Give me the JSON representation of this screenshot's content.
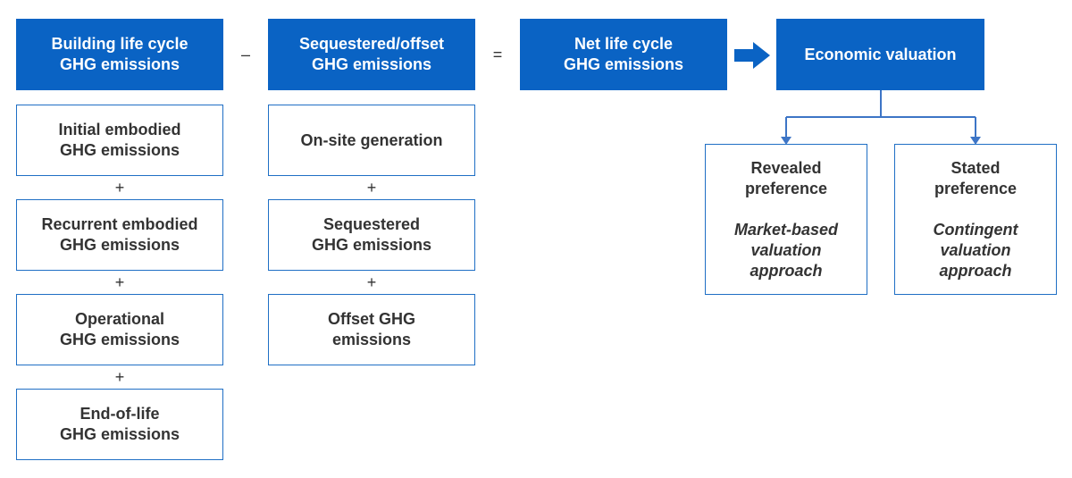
{
  "colors": {
    "header_fill": "#0a63c4",
    "box_border": "#1f6fc5",
    "connector": "#3d75c6",
    "text": "#333333"
  },
  "headers": {
    "building": [
      "Building life cycle",
      "GHG emissions"
    ],
    "sequestered": [
      "Sequestered/offset",
      "GHG emissions"
    ],
    "net": [
      "Net life cycle",
      "GHG emissions"
    ],
    "economic": [
      "Economic valuation"
    ]
  },
  "operators": {
    "minus": "–",
    "equals": "=",
    "plus": "+"
  },
  "building_components": [
    [
      "Initial embodied",
      "GHG emissions"
    ],
    [
      "Recurrent embodied",
      "GHG emissions"
    ],
    [
      "Operational",
      "GHG emissions"
    ],
    [
      "End-of-life",
      "GHG emissions"
    ]
  ],
  "sequestered_components": [
    [
      "On-site generation"
    ],
    [
      "Sequestered",
      "GHG emissions"
    ],
    [
      "Offset GHG",
      "emissions"
    ]
  ],
  "valuation": {
    "revealed": {
      "title": [
        "Revealed",
        "preference"
      ],
      "approach": [
        "Market-based",
        "valuation",
        "approach"
      ]
    },
    "stated": {
      "title": [
        "Stated",
        "preference"
      ],
      "approach": [
        "Contingent",
        "valuation",
        "approach"
      ]
    }
  }
}
